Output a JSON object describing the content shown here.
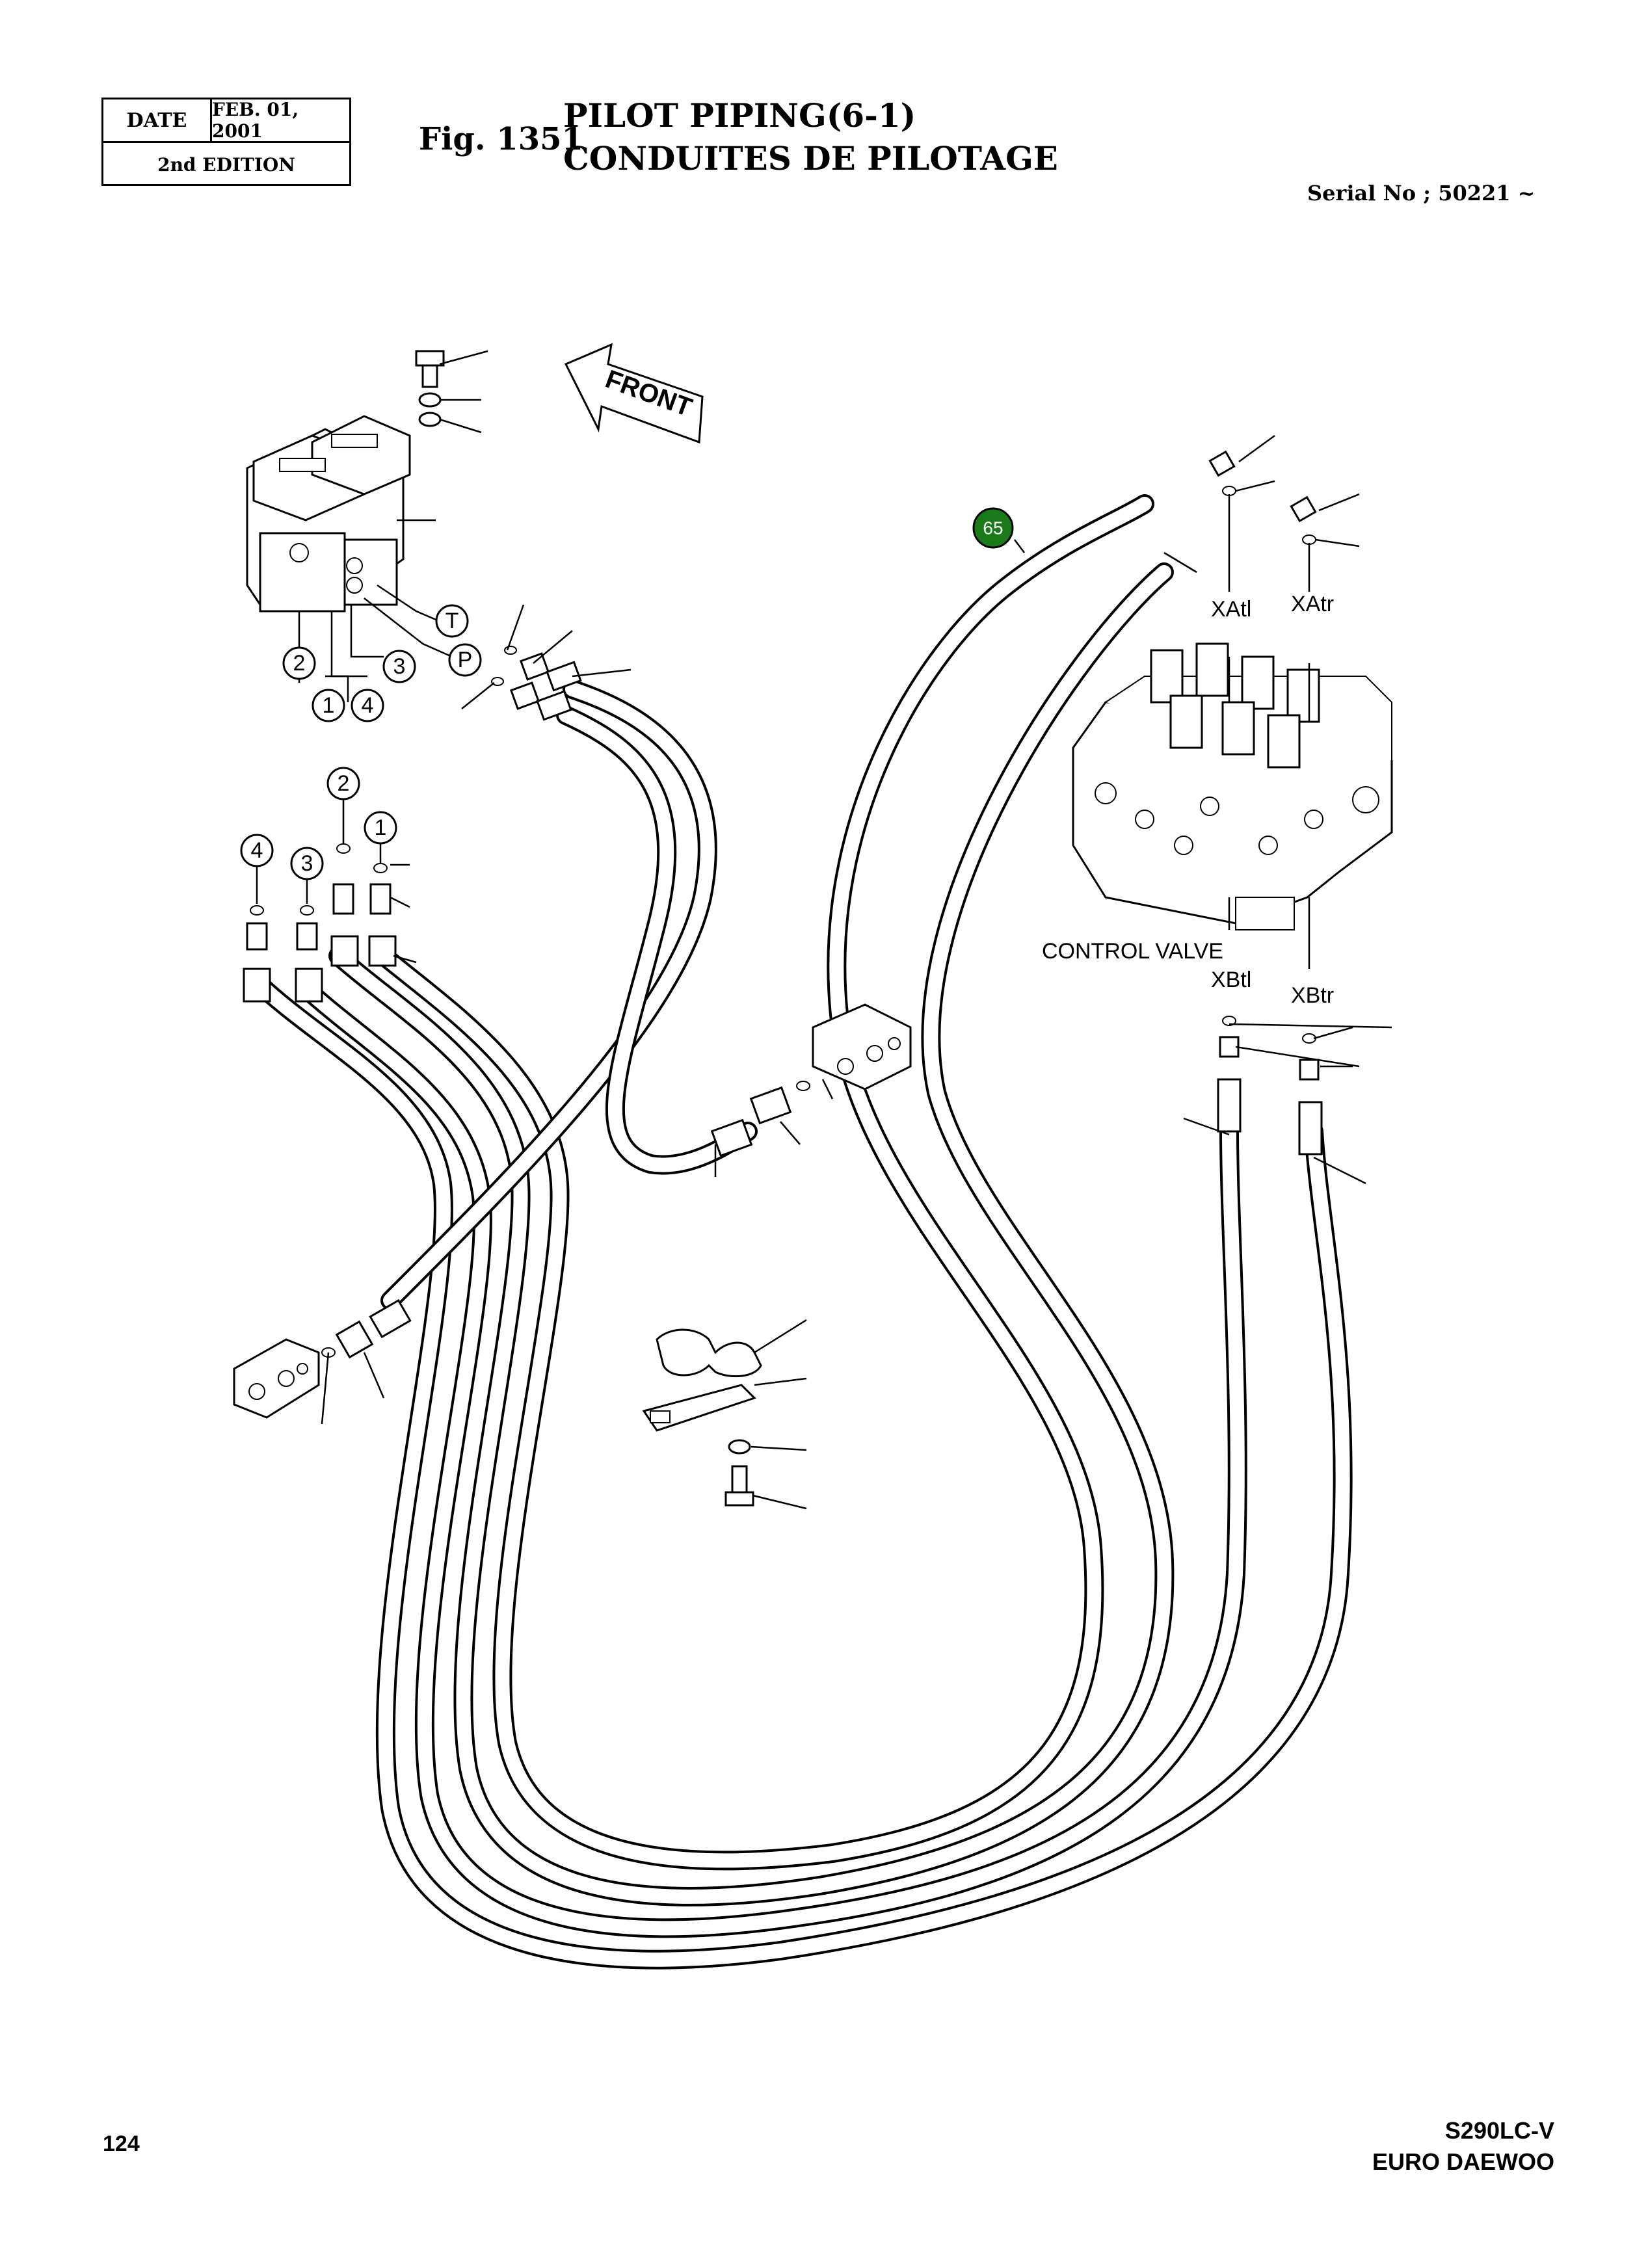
{
  "header": {
    "date_label": "DATE",
    "date_value": "FEB. 01, 2001",
    "edition": "2nd EDITION",
    "figure_number": "Fig. 1351",
    "title_en": "PILOT PIPING(6-1)",
    "title_fr": "CONDUITES DE PILOTAGE",
    "serial": "Serial No ; 50221 ~"
  },
  "diagram": {
    "front_label": "FRONT",
    "port_labels": {
      "t": "T",
      "p": "P",
      "xatl": "XAtl",
      "xatr": "XAtr",
      "xbtl": "XBtl",
      "xbtr": "XBtr",
      "control_valve": "CONTROL VALVE"
    },
    "callouts": {
      "c1a": "1",
      "c2a": "2",
      "c3a": "3",
      "c4a": "4",
      "c1b": "1",
      "c2b": "2",
      "c3b": "3",
      "c4b": "4"
    },
    "highlight_callout": "65",
    "highlight_color": "#1a7a1a"
  },
  "footer": {
    "page_number": "124",
    "model": "S290LC-V",
    "manufacturer": "EURO DAEWOO"
  }
}
